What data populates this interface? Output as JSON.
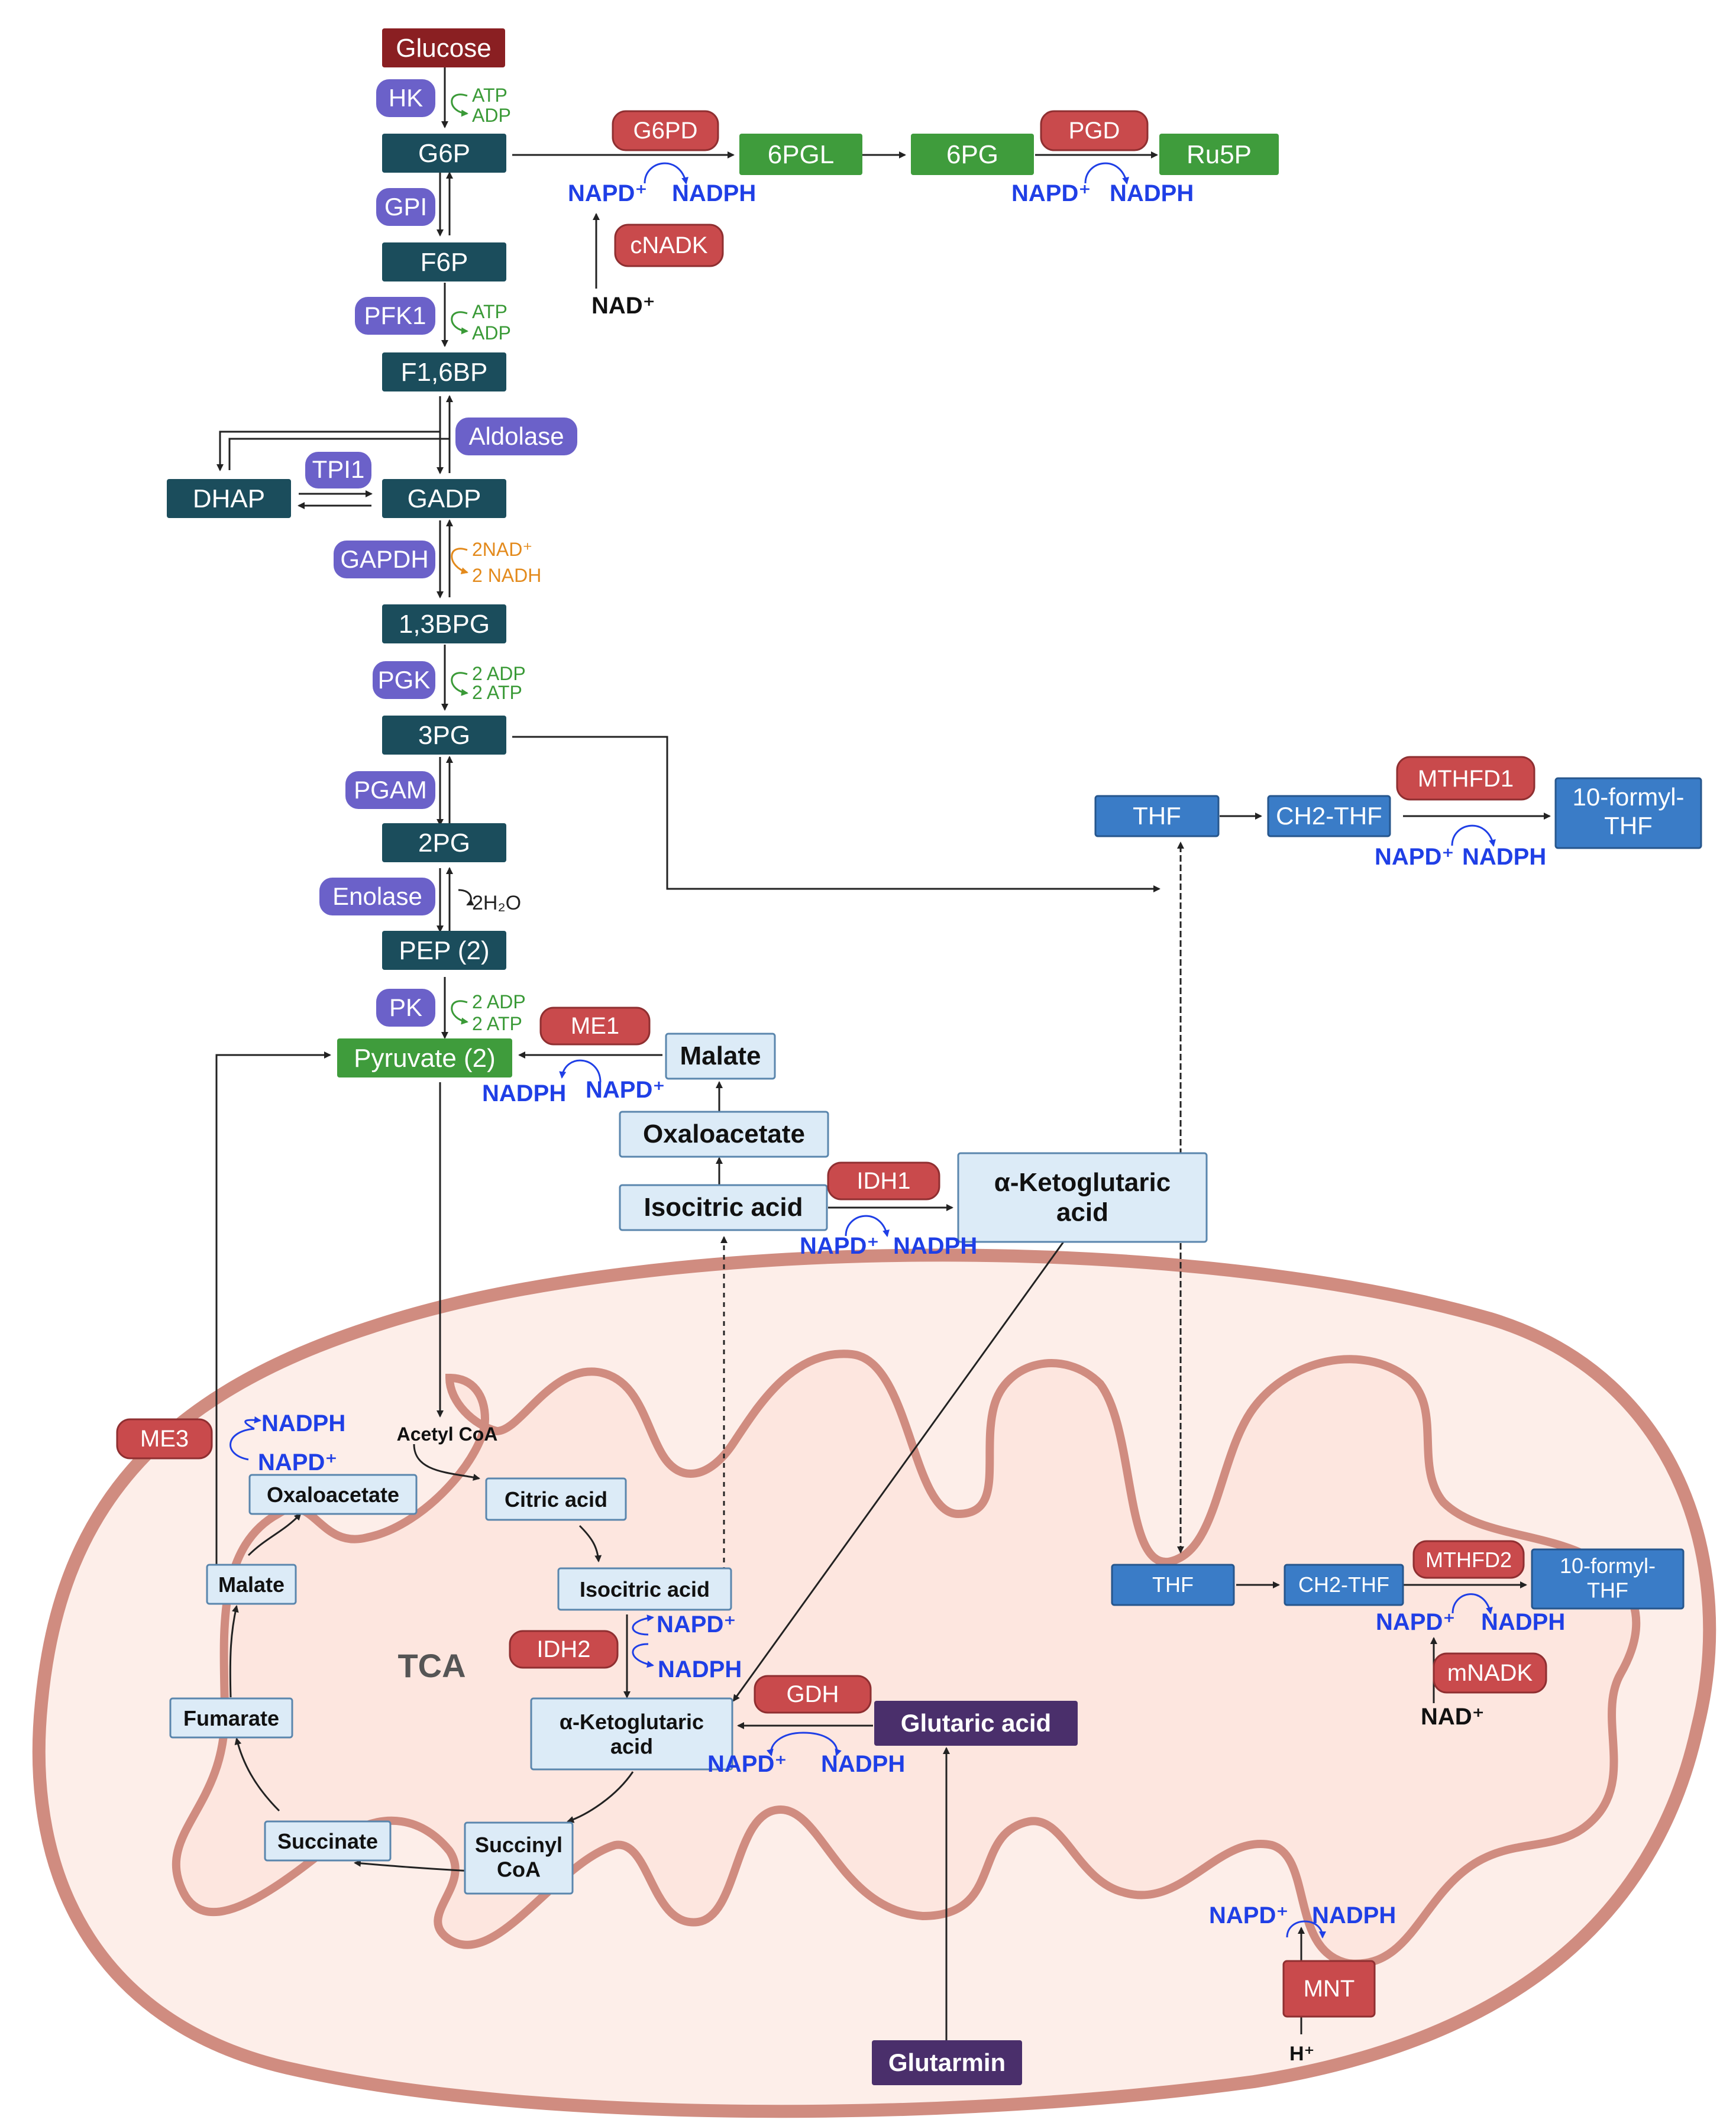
{
  "glycolysis": {
    "metabolites": [
      "Glucose",
      "G6P",
      "F6P",
      "F1,6BP",
      "DHAP",
      "GADP",
      "1,3BPG",
      "3PG",
      "2PG",
      "PEP (2)",
      "Pyruvate (2)"
    ],
    "enzymes": [
      "HK",
      "GPI",
      "PFK1",
      "Aldolase",
      "TPI1",
      "GAPDH",
      "PGK",
      "PGAM",
      "Enolase",
      "PK"
    ],
    "cofactors": {
      "hk": [
        "ATP",
        "ADP"
      ],
      "pfk1": [
        "ATP",
        "ADP"
      ],
      "gapdh": [
        "2NAD⁺",
        "2 NADH"
      ],
      "pgk": [
        "2 ADP",
        "2 ATP"
      ],
      "enolase": "2H₂O",
      "pk": [
        "2 ADP",
        "2 ATP"
      ]
    }
  },
  "ppp": {
    "metabolites": [
      "6PGL",
      "6PG",
      "Ru5P"
    ],
    "enzymes": [
      "G6PD",
      "PGD",
      "cNADK"
    ],
    "nad": "NAD⁺"
  },
  "folate_cytosol": {
    "metabolites": [
      "THF",
      "CH2-THF",
      "10-formyl-THF"
    ],
    "enzyme": "MTHFD1"
  },
  "cytosol_redox": {
    "metabolites": [
      "Malate",
      "Oxaloacetate",
      "Isocitric acid",
      "α-Ketoglutaric acid"
    ],
    "enzymes": [
      "ME1",
      "IDH1"
    ]
  },
  "mitochondria": {
    "label": "TCA",
    "metabolites": [
      "Acetyl CoA",
      "Citric acid",
      "Isocitric acid",
      "α-Ketoglutaric acid",
      "Succinyl CoA",
      "Succinate",
      "Fumarate",
      "Malate",
      "Oxaloacetate"
    ],
    "enzymes": [
      "ME3",
      "IDH2",
      "GDH",
      "MTHFD2",
      "mNADK",
      "MNT"
    ],
    "folate": [
      "THF",
      "CH2-THF",
      "10-formyl-THF"
    ],
    "glutaric": "Glutaric acid",
    "glutarmin": "Glutarmin",
    "nad": "NAD⁺",
    "proton": "H⁺"
  },
  "cofactor_labels": {
    "napd": "NAPD⁺",
    "nadph": "NADPH"
  },
  "colors": {
    "metabolite": "#1b4d5c",
    "enzyme": "#6b61c9",
    "nadph_enzyme": "#c94a4c",
    "ppp": "#3f9c3c",
    "folate": "#3a7cc7",
    "tca_box": "#dcebf7",
    "mito_membrane": "#d08c80",
    "mito_fill": "#fdeee9",
    "cofactor": "#1f3fe6"
  }
}
